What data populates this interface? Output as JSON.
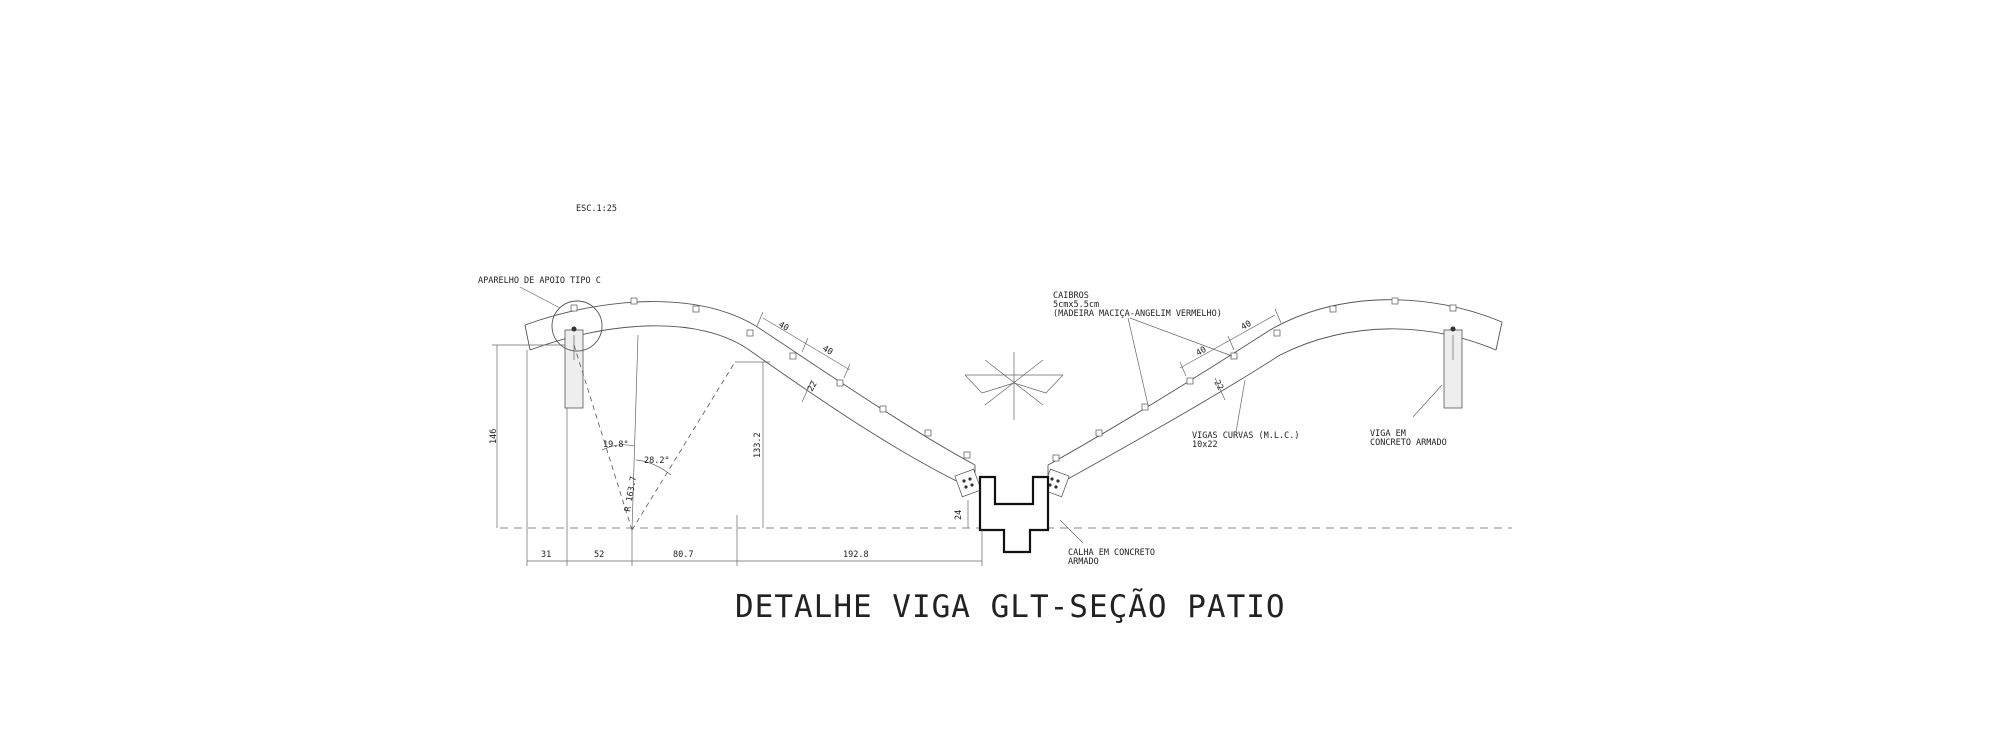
{
  "title": "DETALHE VIGA GLT-SEÇÃO PATIO",
  "scale_label": "ESC.1:25",
  "labels": {
    "apoio": "APARELHO DE APOIO TIPO C",
    "caibros_1": "CAIBROS",
    "caibros_2": "5cmx5.5cm",
    "caibros_3": "(MADEIRA MACIÇA-ANGELIM VERMELHO)",
    "vigas_1": "VIGAS CURVAS (M.L.C.)",
    "vigas_2": "10x22",
    "viga_concreto_1": "VIGA EM",
    "viga_concreto_2": "CONCRETO ARMADO",
    "calha_1": "CALHA EM CONCRETO",
    "calha_2": "ARMADO"
  },
  "dimensions": {
    "h146": "146",
    "h133": "133.2",
    "h24": "24",
    "b31": "31",
    "b52": "52",
    "b80": "80.7",
    "b192": "192.8",
    "s40a": "40",
    "s40b": "40",
    "d22a": "22",
    "s40c": "40",
    "s40d": "40",
    "d22b": "22",
    "angle1": "19.8°",
    "angle2": "28.2°",
    "radius": "R 163.7"
  }
}
